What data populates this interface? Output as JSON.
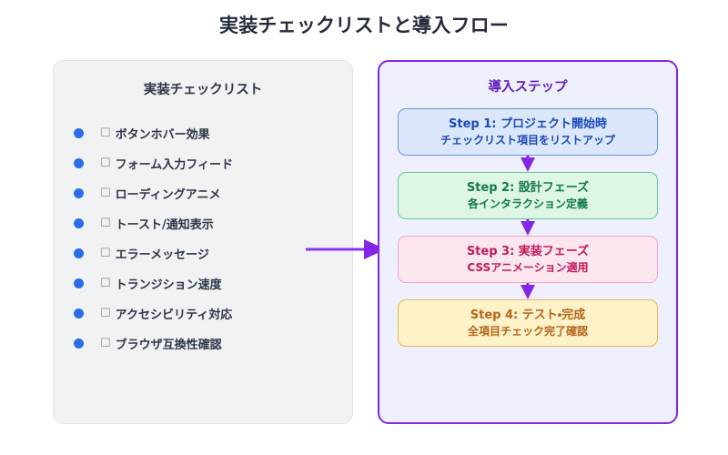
{
  "title": "実装チェックリストと導入フロー",
  "colors": {
    "canvas_background": "#ffffff",
    "title_text": "#242c3c",
    "checklist_panel_fill": "#f1f2f4",
    "checklist_panel_border": "#e2e4e8",
    "bullet_blue": "#2b6ce8",
    "steps_panel_fill": "#eef1fd",
    "steps_panel_border": "#8226e8",
    "steps_title_text": "#6320bd",
    "connector_arrow": "#8b35ea"
  },
  "checklist": {
    "title": "実装チェックリスト",
    "checkbox_glyph": "☐",
    "bullet_icon": "blue-dot-icon",
    "items": [
      {
        "label": "ボタンホバー効果"
      },
      {
        "label": "フォーム入力フィード"
      },
      {
        "label": "ローディングアニメ"
      },
      {
        "label": "トースト/通知表示"
      },
      {
        "label": "エラーメッセージ"
      },
      {
        "label": "トランジション速度"
      },
      {
        "label": "アクセシビリティ対応"
      },
      {
        "label": "ブラウザ互換性確認"
      }
    ]
  },
  "connector": {
    "icon": "right-arrow-icon",
    "color": "#8b35ea"
  },
  "steps": {
    "title": "導入ステップ",
    "arrow_icon": "down-arrow-icon",
    "arrow_color": "#8226e8",
    "items": [
      {
        "head": "Step 1: プロジェクト開始時",
        "sub": "チェックリスト項目をリストアップ",
        "fill": "#dbe7fb",
        "border": "#6d93e0",
        "text": "#1b49b8"
      },
      {
        "head": "Step 2: 設計フェーズ",
        "sub": "各インタラクション定義",
        "fill": "#ddf7e4",
        "border": "#6cc69a",
        "text": "#13794a"
      },
      {
        "head": "Step 3: 実装フェーズ",
        "sub": "CSSアニメーション適用",
        "fill": "#fce7f0",
        "border": "#f0a5c8",
        "text": "#c2185b"
      },
      {
        "head": "Step 4: テスト・完成",
        "sub": "全項目チェック完了確認",
        "fill": "#fdf2c8",
        "border": "#eab54f",
        "text": "#b5651d"
      }
    ]
  }
}
